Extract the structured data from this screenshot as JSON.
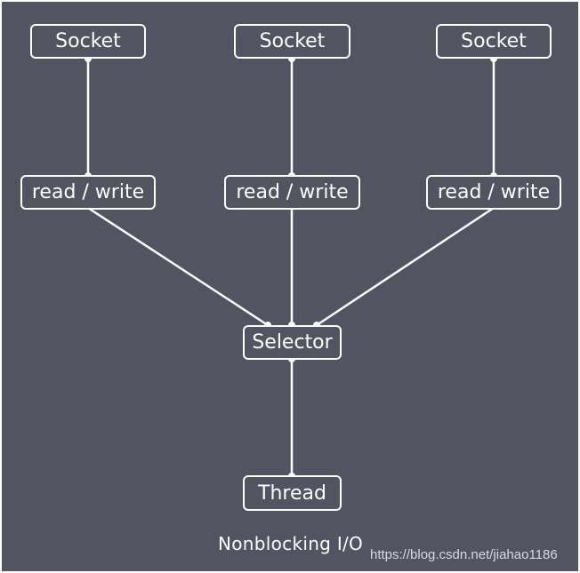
{
  "diagram": {
    "nodes": {
      "socket_1": "Socket",
      "socket_2": "Socket",
      "socket_3": "Socket",
      "rw_1": "read / write",
      "rw_2": "read / write",
      "rw_3": "read / write",
      "selector": "Selector",
      "thread": "Thread"
    },
    "caption": "Nonblocking I/O",
    "watermark": "https://blog.csdn.net/jiahao1186"
  },
  "colors": {
    "background": "#525561",
    "foreground": "#ffffff"
  }
}
